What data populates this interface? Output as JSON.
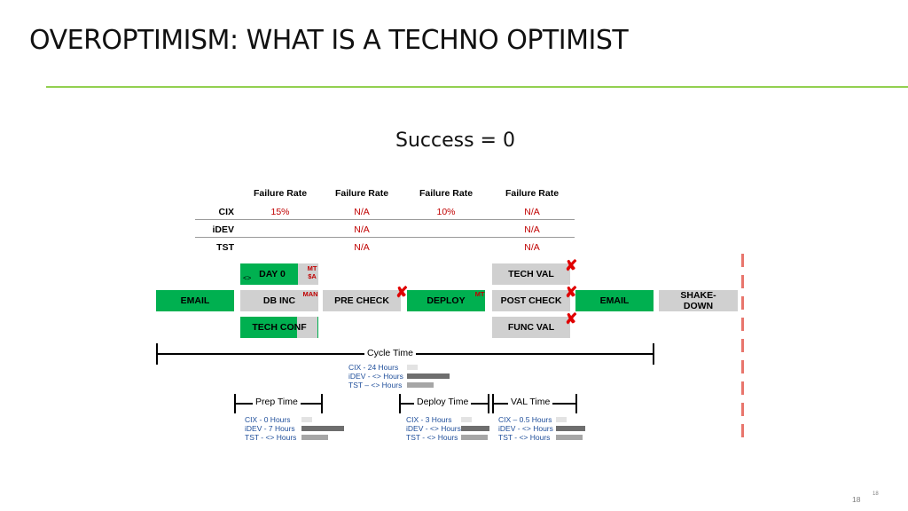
{
  "title": "OVEROPTIMISM: WHAT IS A TECHNO OPTIMIST",
  "subtitle": "Success = 0",
  "table": {
    "headers": [
      "Failure Rate",
      "Failure Rate",
      "Failure Rate",
      "Failure Rate"
    ],
    "rows": [
      {
        "label": "CIX",
        "cells": [
          "15%",
          "N/A",
          "10%",
          "N/A"
        ]
      },
      {
        "label": "iDEV",
        "cells": [
          "",
          "N/A",
          "",
          "N/A"
        ]
      },
      {
        "label": "TST",
        "cells": [
          "",
          "N/A",
          "",
          "N/A"
        ]
      }
    ]
  },
  "flow": {
    "email_start": "EMAIL",
    "day0": "DAY 0",
    "day0_arrow": "<>",
    "day0_mt": "MT",
    "day0_sa": "$A",
    "db_inc": "DB INC",
    "db_inc_man": "MAN",
    "tech_conf": "TECH CONF",
    "pre_check": "PRE CHECK",
    "deploy": "DEPLOY",
    "deploy_mt": "MT",
    "tech_val": "TECH VAL",
    "post_check": "POST CHECK",
    "func_val": "FUNC VAL",
    "email_end": "EMAIL",
    "shakedown": "SHAKE-\nDOWN",
    "fail_mark": "✘"
  },
  "timeline": {
    "cycle": {
      "label": "Cycle Time",
      "lines": [
        "CIX - 24 Hours",
        "iDEV - <> Hours",
        "TST – <> Hours"
      ]
    },
    "prep": {
      "label": "Prep Time",
      "lines": [
        "CIX - 0 Hours",
        "iDEV - 7 Hours",
        "TST -  <> Hours"
      ]
    },
    "deploy": {
      "label": "Deploy Time",
      "lines": [
        "CIX - 3 Hours",
        "iDEV - <> Hours",
        "TST -  <> Hours"
      ]
    },
    "val": {
      "label": "VAL Time",
      "lines": [
        "CIX – 0.5 Hours",
        "iDEV - <> Hours",
        "TST -  <> Hours"
      ]
    }
  },
  "page_number": "18",
  "page_number_small": "18",
  "colors": {
    "accent_green": "#00b050",
    "rule_green": "#92d050",
    "fail_red": "#e00000",
    "text_blue": "#1f4e9a"
  }
}
